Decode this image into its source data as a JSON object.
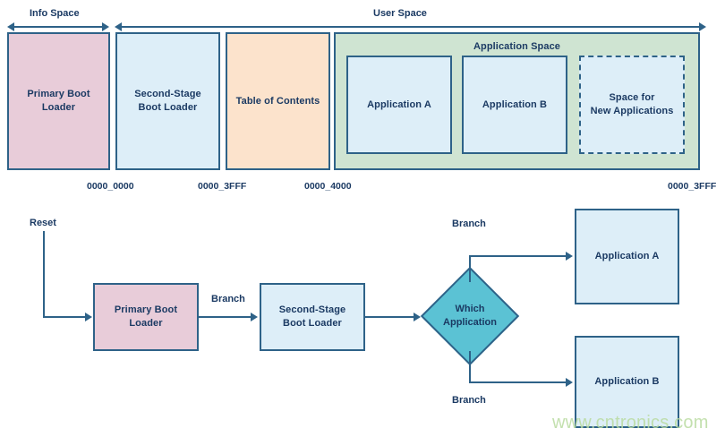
{
  "figure": {
    "title": "Bootloader memory map and boot flow",
    "watermark": "www.cntronics.com"
  },
  "colors": {
    "stroke": "#2e6288",
    "text": "#1b3a63",
    "primary_boot_fill": "#e8ccd9",
    "second_stage_fill": "#ddeef8",
    "toc_fill": "#fce3cc",
    "application_space_fill": "#cfe4d2",
    "application_fill": "#ddeef8",
    "decision_fill": "#5bc2d4",
    "watermark": "#b9dba0"
  },
  "memory_map": {
    "spans": [
      {
        "label": "Info Space",
        "arrow": "double"
      },
      {
        "label": "User Space",
        "arrow": "double"
      }
    ],
    "regions": [
      {
        "name": "primary-boot-loader",
        "label": "Primary Boot\nLoader"
      },
      {
        "name": "second-stage-boot-loader",
        "label": "Second-Stage\nBoot Loader"
      },
      {
        "name": "table-of-contents",
        "label": "Table of Contents"
      }
    ],
    "application_space": {
      "label": "Application Space",
      "items": [
        {
          "name": "application-a",
          "label": "Application A",
          "style": "solid"
        },
        {
          "name": "application-b",
          "label": "Application B",
          "style": "solid"
        },
        {
          "name": "space-for-new-applications",
          "label": "Space for\nNew Applications",
          "style": "dashed"
        }
      ]
    },
    "addresses": [
      {
        "value": "0000_0000"
      },
      {
        "value": "0000_3FFF"
      },
      {
        "value": "0000_4000"
      },
      {
        "value": "0000_3FFF"
      }
    ]
  },
  "flow": {
    "entry_label": "Reset",
    "nodes": [
      {
        "name": "primary-boot-loader",
        "label": "Primary Boot\nLoader",
        "shape": "rect"
      },
      {
        "name": "second-stage-boot-loader",
        "label": "Second-Stage\nBoot Loader",
        "shape": "rect"
      },
      {
        "name": "which-application",
        "label": "Which\nApplication",
        "shape": "diamond"
      },
      {
        "name": "application-a",
        "label": "Application A",
        "shape": "rect"
      },
      {
        "name": "application-b",
        "label": "Application B",
        "shape": "rect"
      }
    ],
    "edge_labels": [
      {
        "name": "branch-to-second-stage",
        "label": "Branch"
      },
      {
        "name": "branch-to-application-a",
        "label": "Branch"
      },
      {
        "name": "branch-to-application-b",
        "label": "Branch"
      }
    ]
  }
}
